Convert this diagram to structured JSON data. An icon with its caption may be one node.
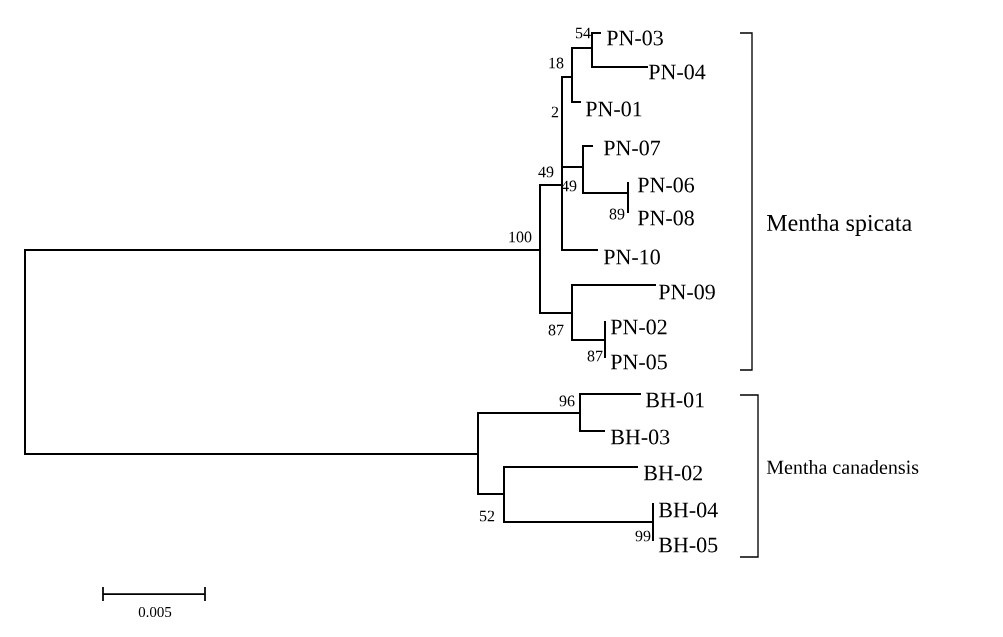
{
  "diagram": {
    "labels": [
      "54",
      "PN-03",
      "PN-04",
      "18",
      "PN-01",
      "2",
      "PN-07",
      "49",
      "49",
      "PN-06",
      "Mentha spicata",
      "89",
      "PN-08",
      "100",
      "PN-10",
      "PN-09",
      "87",
      "PN-02",
      "87",
      "PN-05",
      "96",
      "BH-01",
      "BH-03",
      "BH-02",
      "Mentha canadensis",
      "52",
      "BH-04",
      "99",
      "BH-05",
      "0.005"
    ]
  }
}
